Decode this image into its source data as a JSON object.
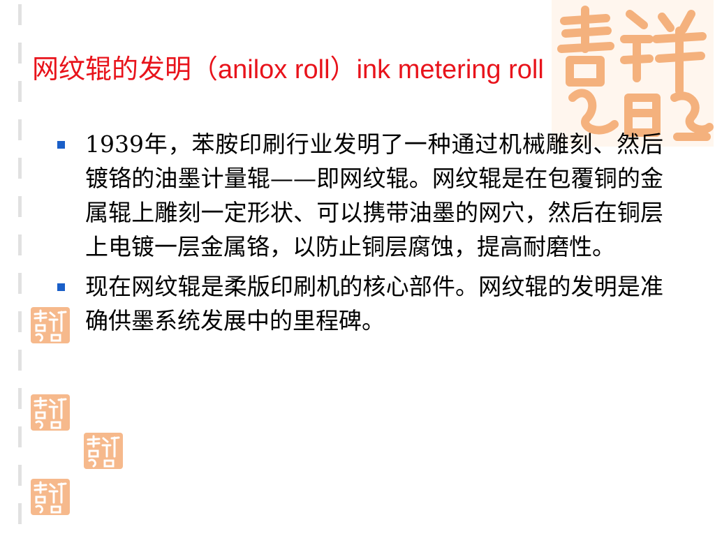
{
  "slide": {
    "title_cn": "网纹辊的发明（",
    "title_latin_1": "anilox roll",
    "title_bracket": "）",
    "title_latin_2": "ink metering roll",
    "title_color": "#e8131b",
    "bullet_color": "#1a5fc8",
    "bullets": [
      "1939年，苯胺印刷行业发明了一种通过机械雕刻、然后镀铬的油墨计量辊——即网纹辊。网纹辊是在包覆铜的金属辊上雕刻一定形状、可以携带油墨的网穴，然后在铜层上电镀一层金属铬，以防止铜层腐蚀，提高耐磨性。",
      "现在网纹辊是柔版印刷机的核心部件。网纹辊的发明是准确供墨系统发展中的里程碑。"
    ]
  },
  "decor": {
    "seal_color": "#f3a66a",
    "seal_icon": "auspicious-seal-icon"
  }
}
